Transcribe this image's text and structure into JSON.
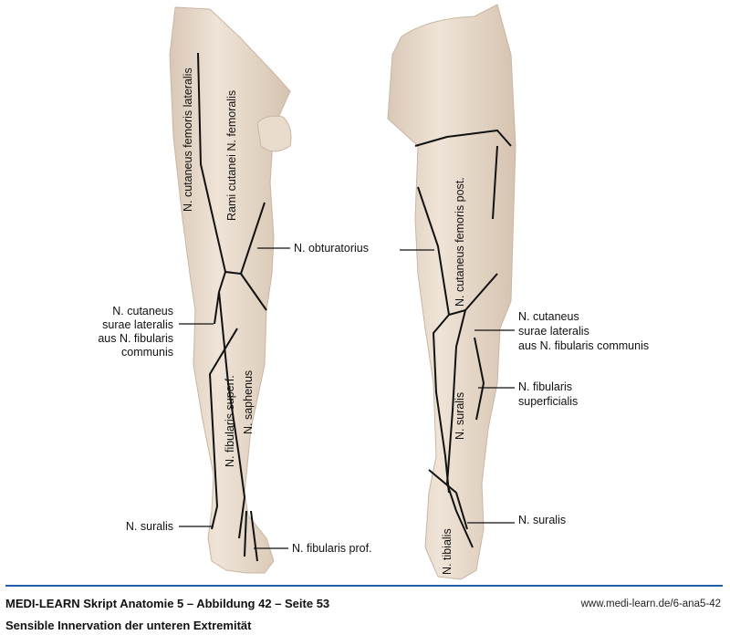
{
  "figure": {
    "anterior_labels": {
      "cut_fem_lat": "N. cutaneus femoris lateralis",
      "rami_fem": "Rami cutanei N. femoralis",
      "obturatorius": "N. obturatorius",
      "surae_lat": [
        "N. cutaneus",
        "surae lateralis",
        "aus N. fibularis",
        "communis"
      ],
      "fib_superf": "N. fibularis superf.",
      "saphenus": "N. saphenus",
      "suralis": "N. suralis",
      "fib_prof": "N. fibularis prof."
    },
    "posterior_labels": {
      "cut_fem_post": "N. cutaneus femoris post.",
      "surae_lat": [
        "N. cutaneus",
        "surae lateralis",
        "aus N. fibularis communis"
      ],
      "fib_superf": [
        "N. fibularis",
        "superficialis"
      ],
      "suralis_vert": "N. suralis",
      "suralis": "N. suralis",
      "tibialis": "N. tibialis"
    },
    "colors": {
      "skin": "#e9dccd",
      "rule": "#1f5fa8"
    }
  },
  "footer": {
    "title": "MEDI-LEARN Skript Anatomie 5 – Abbildung 42 – Seite 53",
    "subtitle": "Sensible Innervation der unteren Extremität",
    "url": "www.medi-learn.de/6-ana5-42"
  }
}
